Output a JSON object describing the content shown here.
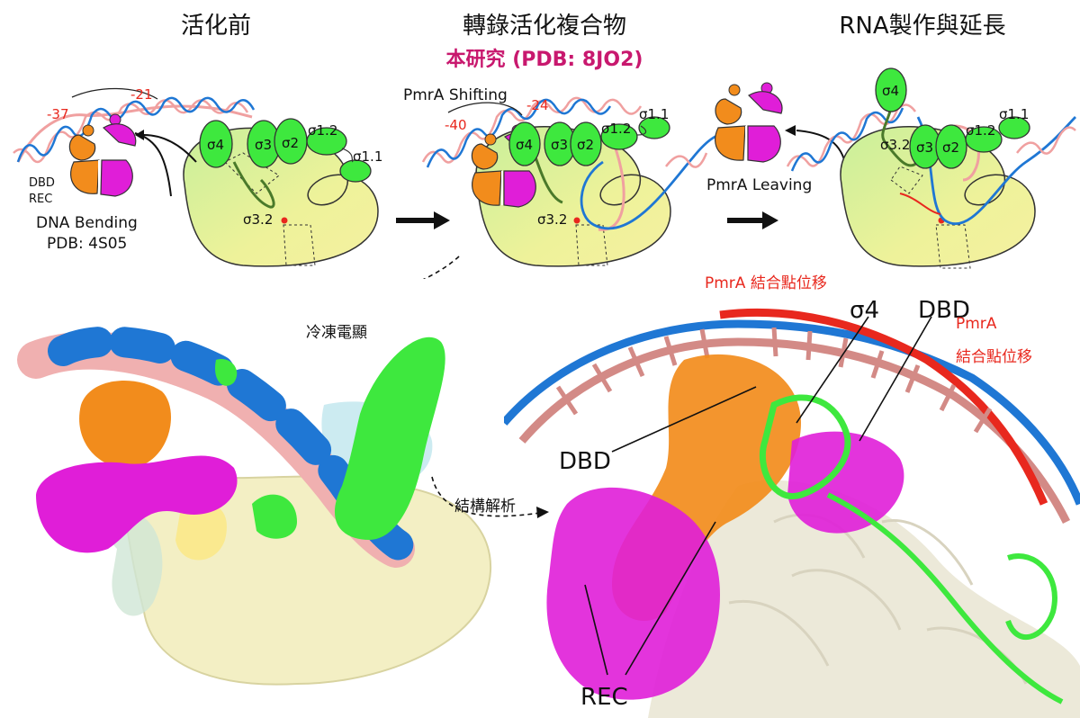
{
  "panels": {
    "left": {
      "title": "活化前",
      "dna_pos_far": "-37",
      "dna_pos_near": "-21",
      "labels": {
        "dbd": "DBD",
        "rec": "REC",
        "bending": "DNA Bending",
        "pdb": "PDB: 4S05"
      },
      "sigma": {
        "s4": "σ4",
        "s3": "σ3",
        "s2": "σ2",
        "s12": "σ1.2",
        "s11": "σ1.1",
        "s32": "σ3.2"
      }
    },
    "middle": {
      "title": "轉錄活化複合物",
      "subtitle": "本研究 (PDB: 8JO2)",
      "shifting": "PmrA Shifting",
      "dna_pos_far": "-40",
      "dna_pos_near": "-24",
      "sigma": {
        "s4": "σ4",
        "s3": "σ3",
        "s2": "σ2",
        "s12": "σ1.2",
        "s11": "σ1.1",
        "s32": "σ3.2"
      }
    },
    "right": {
      "title": "RNA製作與延長",
      "leaving": "PmrA Leaving",
      "sigma": {
        "s4": "σ4",
        "s3": "σ3",
        "s2": "σ2",
        "s12": "σ1.2",
        "s11": "σ1.1",
        "s32": "σ3.2"
      }
    }
  },
  "bottom": {
    "cryo_label": "冷凍電顯",
    "structure_label": "結構解析",
    "annot_shift_top": "PmrA 結合點位移",
    "annot_sigma4": "σ4",
    "annot_dbd_right": "DBD",
    "annot_pmra": "PmrA",
    "annot_shift_right": "結合點位移",
    "annot_dbd_left": "DBD",
    "annot_rec": "REC"
  },
  "colors": {
    "orange": "#f28c1c",
    "magenta": "#e01ed8",
    "green": "#3ee83e",
    "blue": "#1f77d4",
    "pink": "#f0a0a0",
    "red_text": "#e8281e",
    "subtitle": "#c8186e",
    "polymerase": "#e8ef8a"
  }
}
